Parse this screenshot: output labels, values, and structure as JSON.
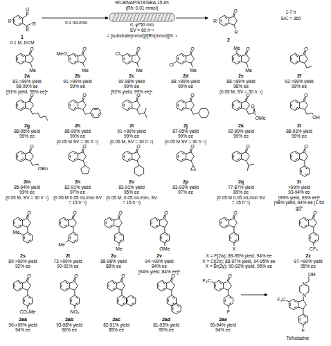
{
  "diagram": {
    "labels": [
      "O",
      "R'",
      "R",
      "1",
      "0.1 M, DCM",
      "Rh-BINAP/STA/SBA-15-Im",
      "(Rh: 0.01 mmol)",
      "0.1 mL/min",
      "rt, φ*50 mm",
      "SV = 60 h⁻¹",
      "= [substrate(mmol)]/[Rh(mmol)]/h⁻¹",
      "1-7 h",
      "S/C = 360",
      "O",
      "R'",
      "R",
      "2",
      "O",
      "Me",
      "2a",
      "83->99% yield",
      "98-99% ee",
      "[91% yield, 98% ee]ᵃ",
      "O",
      "MeO",
      "Me",
      "2b",
      "91->99% yield",
      "99% ee",
      "O",
      "Cl",
      "Me",
      "2c",
      "90-98% yield",
      "99% ee",
      "[92% yield, 99% ee]ᵃ",
      "O",
      "Cl",
      "Me",
      "2d",
      "88->99% yield",
      "99% ee",
      "O",
      "Me",
      "Me",
      "2e",
      "88->99% yield",
      "98% ee",
      "(0.05 M, SV = 30 h⁻¹)",
      "O",
      "2f",
      "92->99% yield",
      "99% ee",
      "O",
      "2g",
      "88-95% yield",
      "99% ee",
      "O",
      "2h",
      "88-99% yield",
      "99% ee",
      "(0.05 M SV = 30 h⁻¹)",
      "O",
      "2i",
      "91->99% yield",
      "99% ee",
      "(0.05 M, SV = 30 h⁻¹)",
      "O",
      "2j",
      "87-95% yield",
      "99% ee",
      "(0.05 M SV = 30 h⁻¹)",
      "O",
      "O",
      "OMe",
      "2k",
      "92-99% yield",
      "99% ee",
      "O",
      "OH",
      "2l",
      "88-93% yield",
      "99% ee",
      "O",
      "OBn",
      "2m",
      "85-94% yield",
      "99% ee",
      "(0.05 M, SV = 30 h⁻¹)",
      "O",
      "2n",
      "82-91% yield",
      "97% ee",
      "(0.05 M 0.05 mL/min SV = 15 h⁻¹)",
      "O",
      "2o",
      "83-91% yield",
      "95% ee",
      "(0.05 M, 0.05 mL/min, SV = 15 h⁻¹)",
      "O",
      "2p",
      "83-93% yield",
      "97% ee",
      "O",
      "2q",
      "77-87% yield",
      "89% ee",
      "(0.05 M 0.05 mL/min SV = 15 h⁻¹)",
      "O",
      "2r",
      ">99% yield",
      "93-94% ee",
      "[99% yield, 93% ee]ᵃ",
      "[98% yield, 94% ee (1.50 g)]ᵇ",
      "O",
      "Me",
      "2s",
      "89->99% yield",
      "92% ee",
      "O",
      "Me",
      "2t",
      "73->99% yield",
      "90-91% ee",
      "O",
      "Me",
      "2u",
      "88-98% yield",
      "88% ee",
      "O",
      "OMe",
      "2v",
      "94->99% yield",
      "84% ee",
      "[94% yield, 84% ee]ᵃ",
      "O",
      "X",
      "X = F(2w); 89-95% yield, 94% ee",
      "X = Cl(2x); 88-97% yield, 94-95% ee",
      "X = Br(2y); 90-92% yield, 95% ee",
      "O",
      "CF₃",
      "2z",
      "97->99% yield",
      "95% ee",
      "O",
      "CO₂Me",
      "2aa",
      "90->99% yield",
      "94% ee",
      "O",
      "NO₂",
      "2ab",
      "93-98% yield",
      "96% ee",
      "O",
      "2ac",
      "82-91% yield",
      "85% ee",
      "O",
      "2ad",
      "81-93% yield",
      "95% ee",
      "O",
      "F₃C",
      "F",
      "2ae",
      "90-94% yield",
      "94% ee",
      "F₃C",
      "N",
      "N",
      "OH",
      "F",
      "Tefludazine"
    ]
  }
}
